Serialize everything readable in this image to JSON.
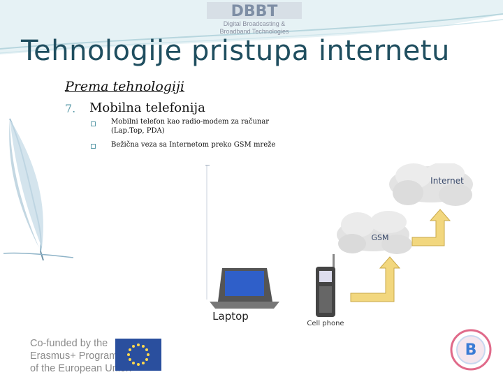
{
  "slide": {
    "title": "Tehnologije pristupa internetu",
    "subtitle": "Prema tehnologiji",
    "item_number": "7.",
    "item_label": "Mobilna telefonija",
    "bullets": [
      {
        "line1": "Mobilni telefon kao radio-modem za računar",
        "line2": "(Lap.Top, PDA)"
      },
      {
        "line1": "Bežična veza sa Internetom preko GSM mreže",
        "line2": ""
      }
    ]
  },
  "logo": {
    "top_text": "DBBT",
    "sub1": "Digital Broadcasting &",
    "sub2": "Broadband Technologies"
  },
  "diagram": {
    "internet_label": "Internet",
    "gsm_label": "GSM",
    "laptop_label": "Laptop",
    "phone_label": "Cell phone"
  },
  "footer": {
    "line1": "Co-funded by the",
    "line2": "Erasmus+ Programme",
    "line3": "of the European Union"
  },
  "colors": {
    "title": "#1f4e5f",
    "accent": "#5a9aa8",
    "arrow": "#f2d77e",
    "arrow_stroke": "#c9a94a"
  }
}
